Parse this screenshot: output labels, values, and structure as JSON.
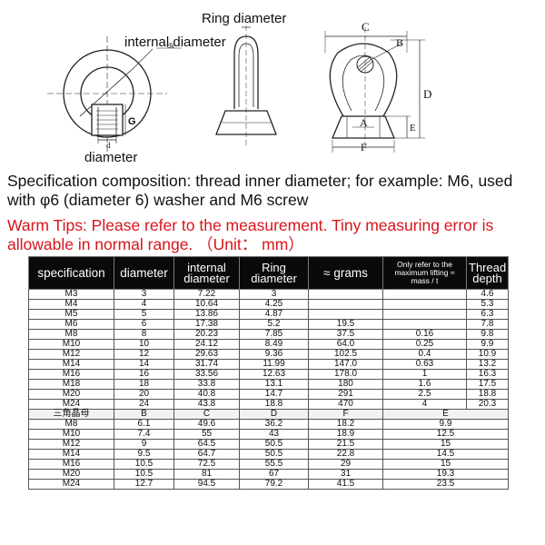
{
  "diagram_labels": {
    "ring_diameter": "Ring diameter",
    "internal_diameter": "internal diameter",
    "dk": "dk",
    "g": "G",
    "d": "d",
    "diameter": "diameter",
    "c": "C",
    "b": "B",
    "d_upper": "D",
    "a": "A",
    "e": "E",
    "f": "F"
  },
  "spec_text": "Specification composition: thread inner diameter; for example: M6, used with φ6 (diameter 6) washer and M6 screw",
  "tips_text": "Warm Tips: Please refer to the measurement. Tiny measuring error is allowable in normal range. （Unit： mm）",
  "table": {
    "headers": {
      "specification": "specification",
      "diameter": "diameter",
      "internal_diameter": "internal diameter",
      "ring_diameter": "Ring diameter",
      "grams": "≈ grams",
      "lifting": "Only refer to the maximum lifting ≈ mass / t",
      "thread_depth": "Thread depth"
    },
    "rows": [
      [
        "M3",
        "3",
        "7.22",
        "3",
        "",
        "",
        "4.6"
      ],
      [
        "M4",
        "4",
        "10.64",
        "4.25",
        "",
        "",
        "5.3"
      ],
      [
        "M5",
        "5",
        "13.86",
        "4.87",
        "",
        "",
        "6.3"
      ],
      [
        "M6",
        "6",
        "17.38",
        "5.2",
        "19.5",
        "",
        "7.8"
      ],
      [
        "M8",
        "8",
        "20.23",
        "7.85",
        "37.5",
        "0.16",
        "9.8"
      ],
      [
        "M10",
        "10",
        "24.12",
        "8.49",
        "64.0",
        "0.25",
        "9.9"
      ],
      [
        "M12",
        "12",
        "29.63",
        "9.36",
        "102.5",
        "0.4",
        "10.9"
      ],
      [
        "M14",
        "14",
        "31.74",
        "11.99",
        "147.0",
        "0.63",
        "13.2"
      ],
      [
        "M16",
        "16",
        "33.56",
        "12.63",
        "178.0",
        "1",
        "16.3"
      ],
      [
        "M18",
        "18",
        "33.8",
        "13.1",
        "180",
        "1.6",
        "17.5"
      ],
      [
        "M20",
        "20",
        "40.8",
        "14.7",
        "291",
        "2.5",
        "18.8"
      ],
      [
        "M24",
        "24",
        "43.8",
        "18.8",
        "470",
        "4",
        "20.3"
      ]
    ],
    "sub_header": [
      "三角晶母",
      "B",
      "C",
      "D",
      "F",
      "E"
    ],
    "sub_rows": [
      [
        "M8",
        "6.1",
        "49.6",
        "36.2",
        "18.2",
        "9.9"
      ],
      [
        "M10",
        "7.4",
        "55",
        "43",
        "18.9",
        "12.5"
      ],
      [
        "M12",
        "9",
        "64.5",
        "50.5",
        "21.5",
        "15"
      ],
      [
        "M14",
        "9.5",
        "64.7",
        "50.5",
        "22.8",
        "14.5"
      ],
      [
        "M16",
        "10.5",
        "72.5",
        "55.5",
        "29",
        "15"
      ],
      [
        "M20",
        "10.5",
        "81",
        "67",
        "31",
        "19.3"
      ],
      [
        "M24",
        "12.7",
        "94.5",
        "79.2",
        "41.5",
        "23.5"
      ]
    ]
  }
}
